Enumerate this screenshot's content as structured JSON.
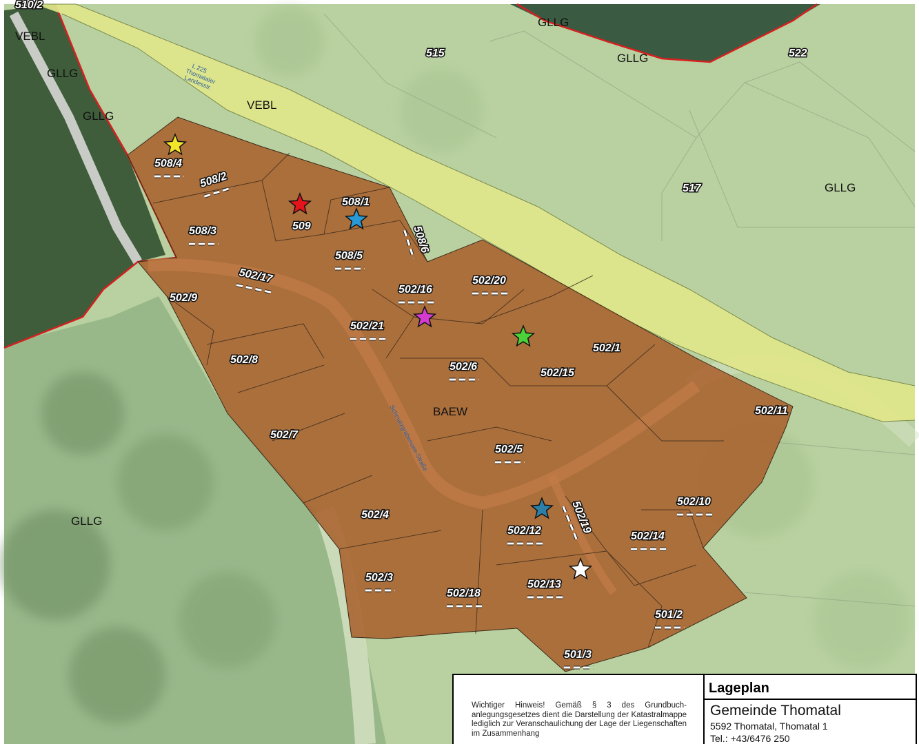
{
  "zones": [
    {
      "label": "VEBL"
    },
    {
      "label": "GLLG"
    },
    {
      "label": "GLLG"
    },
    {
      "label": "VEBL"
    },
    {
      "label": "GLLG"
    },
    {
      "label": "GLLG"
    },
    {
      "label": "GLLG"
    },
    {
      "label": "BAEW"
    },
    {
      "label": "GLLG"
    }
  ],
  "road_labels": {
    "main_road": [
      "L 225",
      "Thomataler",
      "Landesstr."
    ],
    "side_road": "Schmalzgrabensee-Straße"
  },
  "parcels": [
    "510/2",
    "515",
    "522",
    "517",
    "508/4",
    "508/2",
    "508/3",
    "509",
    "508/1",
    "508/6",
    "508/5",
    "502/17",
    "502/9",
    "502/16",
    "502/20",
    "502/21",
    "502/8",
    "502/1",
    "502/6",
    "502/15",
    "502/11",
    "502/7",
    "502/5",
    "502/10",
    "502/4",
    "502/19",
    "502/12",
    "502/14",
    "502/3",
    "502/18",
    "502/13",
    "501/2",
    "501/3"
  ],
  "markers": [
    {
      "color": "#f2e52a",
      "icon": "star-icon"
    },
    {
      "color": "#e3141b",
      "icon": "star-icon"
    },
    {
      "color": "#2a9ad6",
      "icon": "star-icon"
    },
    {
      "color": "#d43bd0",
      "icon": "star-icon"
    },
    {
      "color": "#4bd13a",
      "icon": "star-icon"
    },
    {
      "color": "#2b7fa8",
      "icon": "star-icon"
    },
    {
      "color": "#ffffff",
      "icon": "star-icon"
    }
  ],
  "legend": {
    "title": "Lageplan",
    "municipality": "Gemeinde Thomatal",
    "address": "5592 Thomatal, Thomatal 1",
    "phone": "Tel.: +43/6476 250",
    "note": "Wichtiger Hinweis! Gemäß § 3 des Grundbuch-anlegungsgesetzes dient die Darstellung der Katastralmappe lediglich zur Veranschaulichung der Lage der Liegenschaften im Zusammenhang"
  },
  "colors": {
    "meadow": "#b7cf9e",
    "forest": "#3d5a3a",
    "road_zone": "#dfe68a",
    "building_zone": "#a8612e",
    "boundary": "#d62020"
  }
}
